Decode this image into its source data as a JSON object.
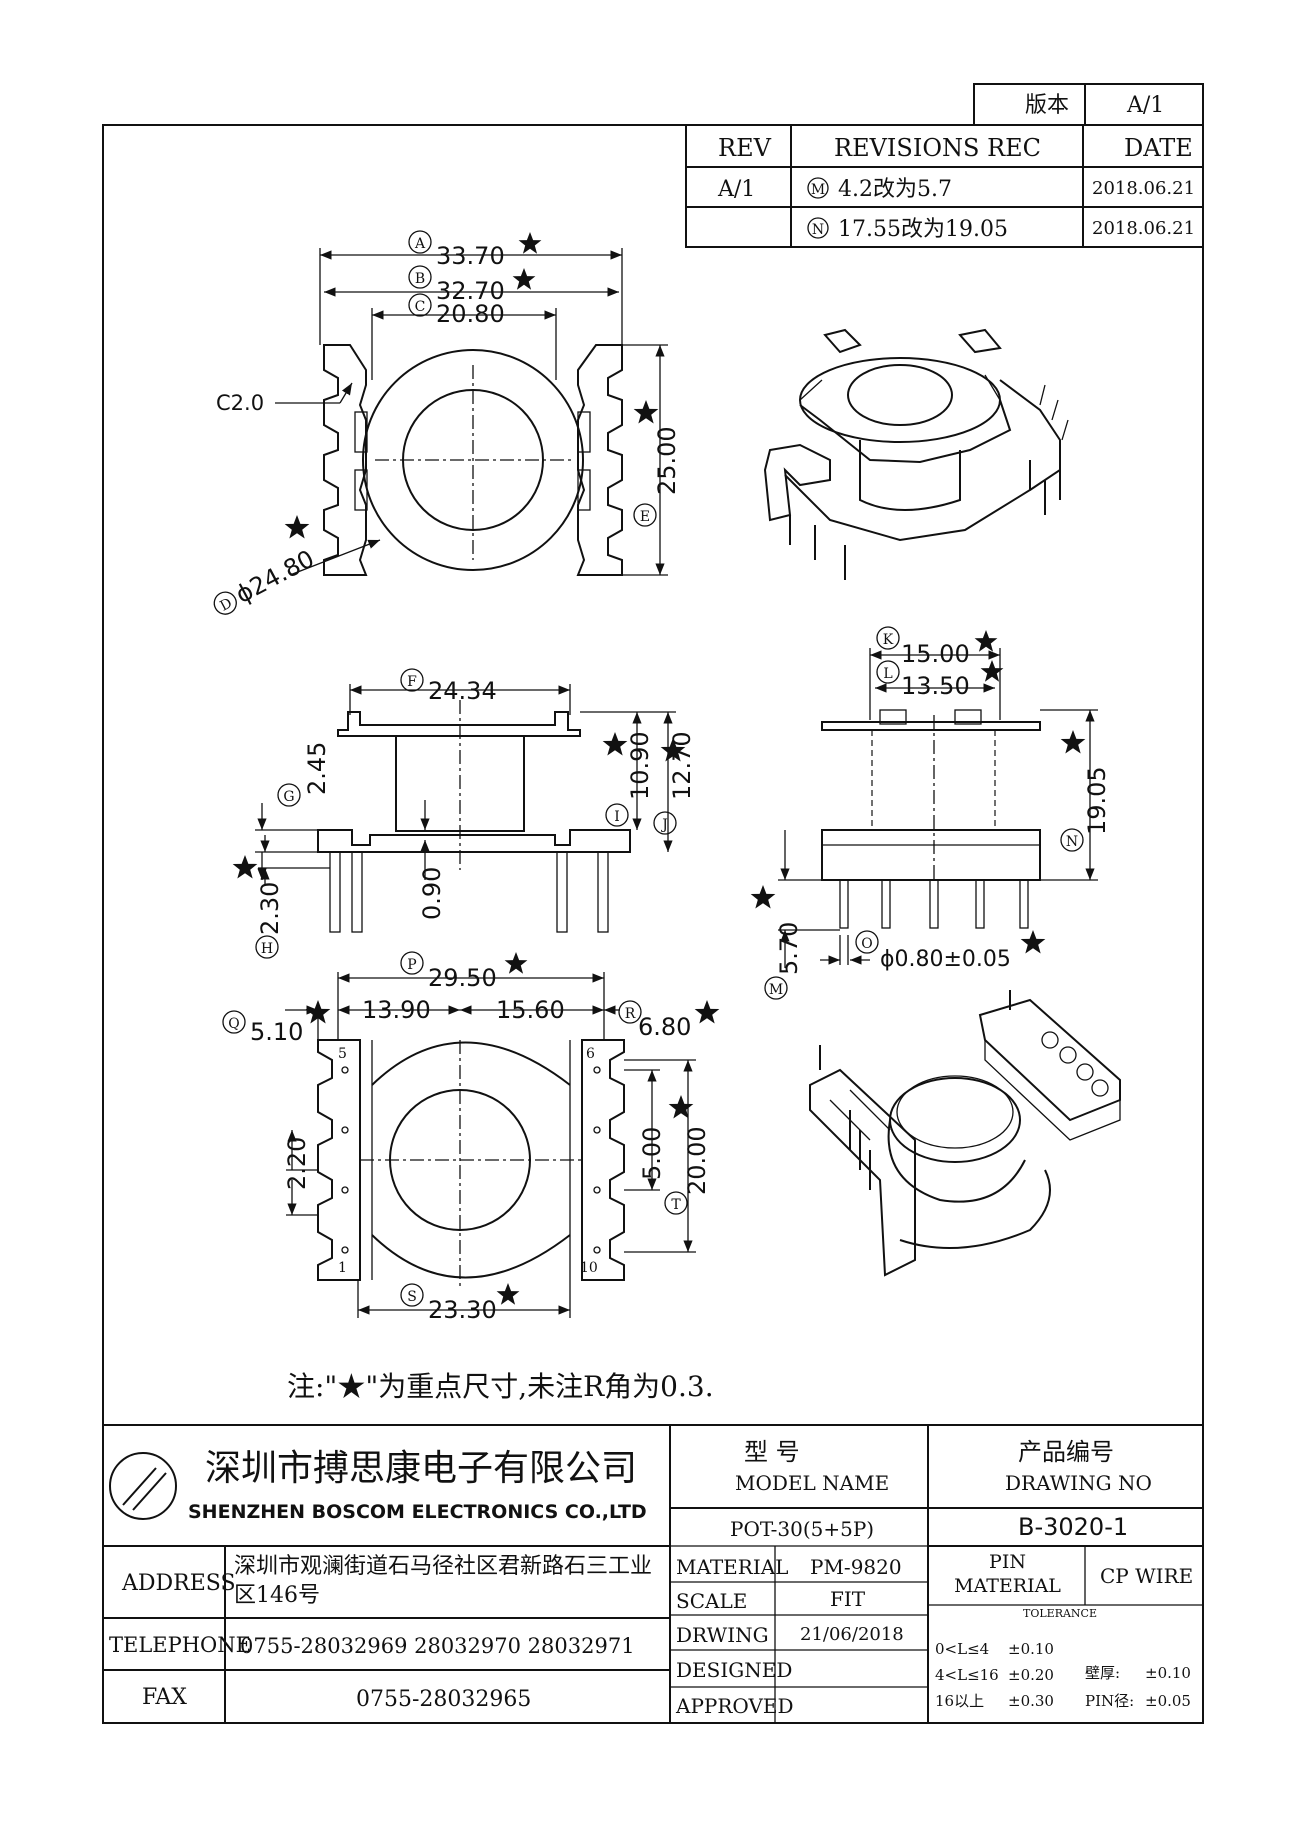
{
  "version_box": {
    "label": "版本",
    "value": "A/1"
  },
  "revisions": {
    "headers": {
      "rev": "REV",
      "rec": "REVISIONS REC",
      "date": "DATE"
    },
    "rows": [
      {
        "rev": "A/1",
        "marker": "M",
        "text": "4.2改为5.7",
        "date": "2018.06.21"
      },
      {
        "rev": "",
        "marker": "N",
        "text": "17.55改为19.05",
        "date": "2018.06.21"
      }
    ]
  },
  "dimensions": {
    "A": "33.70",
    "B": "32.70",
    "C": "20.80",
    "chamfer": "C2.0",
    "D": "ϕ24.80",
    "E": "25.00",
    "F": "24.34",
    "G": "2.45",
    "I": "10.90",
    "J": "12.70",
    "H": "2.30",
    "base": "0.90",
    "K": "15.00",
    "L": "13.50",
    "N": "19.05",
    "M": "5.70",
    "O": "ϕ0.80±0.05",
    "P": "29.50",
    "P1": "13.90",
    "P2": "15.60",
    "Q": "5.10",
    "R": "6.80",
    "pitch": "2.20",
    "T1": "5.00",
    "T": "20.00",
    "S": "23.30"
  },
  "pins": {
    "p5": "5",
    "p6": "6",
    "p1": "1",
    "p10": "10"
  },
  "note": "注:\"★\"为重点尺寸,未注R角为0.3.",
  "title_block": {
    "company_cn": "深圳市搏思康电子有限公司",
    "company_en": "SHENZHEN BOSCOM ELECTRONICS CO.,LTD",
    "model_label_cn": "型    号",
    "model_label_en": "MODEL NAME",
    "model_value": "POT-30(5+5P)",
    "drawing_label_cn": "产品编号",
    "drawing_label_en": "DRAWING NO",
    "drawing_value": "B-3020-1",
    "address_label": "ADDRESS",
    "address_value": "深圳市观澜街道石马径社区君新路石三工业区146号",
    "telephone_label": "TELEPHONE",
    "telephone_value": "0755-28032969 28032970 28032971",
    "fax_label": "FAX",
    "fax_value": "0755-28032965",
    "material_label": "MATERIAL",
    "material_value": "PM-9820",
    "scale_label": "SCALE",
    "scale_value": "FIT",
    "drawing_date_label": "DRWING",
    "drawing_date_value": "21/06/2018",
    "designed_label": "DESIGNED",
    "approved_label": "APPROVED",
    "pin_material_label": "PIN MATERIAL",
    "pin_material_value": "CP WIRE",
    "tolerance_label": "TOLERANCE",
    "tolerances": [
      {
        "range": "0<L≤4",
        "tol": "±0.10"
      },
      {
        "range": "4<L≤16",
        "tol": "±0.20"
      },
      {
        "range": "16以上",
        "tol": "±0.30"
      }
    ],
    "wall_label": "壁厚:",
    "wall_tol": "±0.10",
    "pin_dia_label": "PIN径:",
    "pin_dia_tol": "±0.05"
  }
}
